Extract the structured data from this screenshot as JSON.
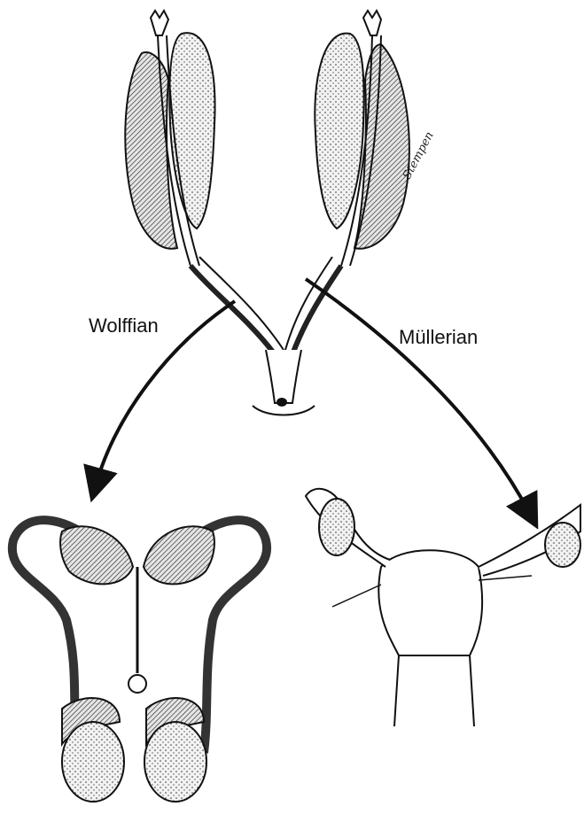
{
  "labels": {
    "wolffian": "Wolffian",
    "mullerian": "Müllerian"
  },
  "signature": "Stempen",
  "colors": {
    "ink": "#111111",
    "stipple": "#d9d9d9",
    "background": "#ffffff"
  }
}
